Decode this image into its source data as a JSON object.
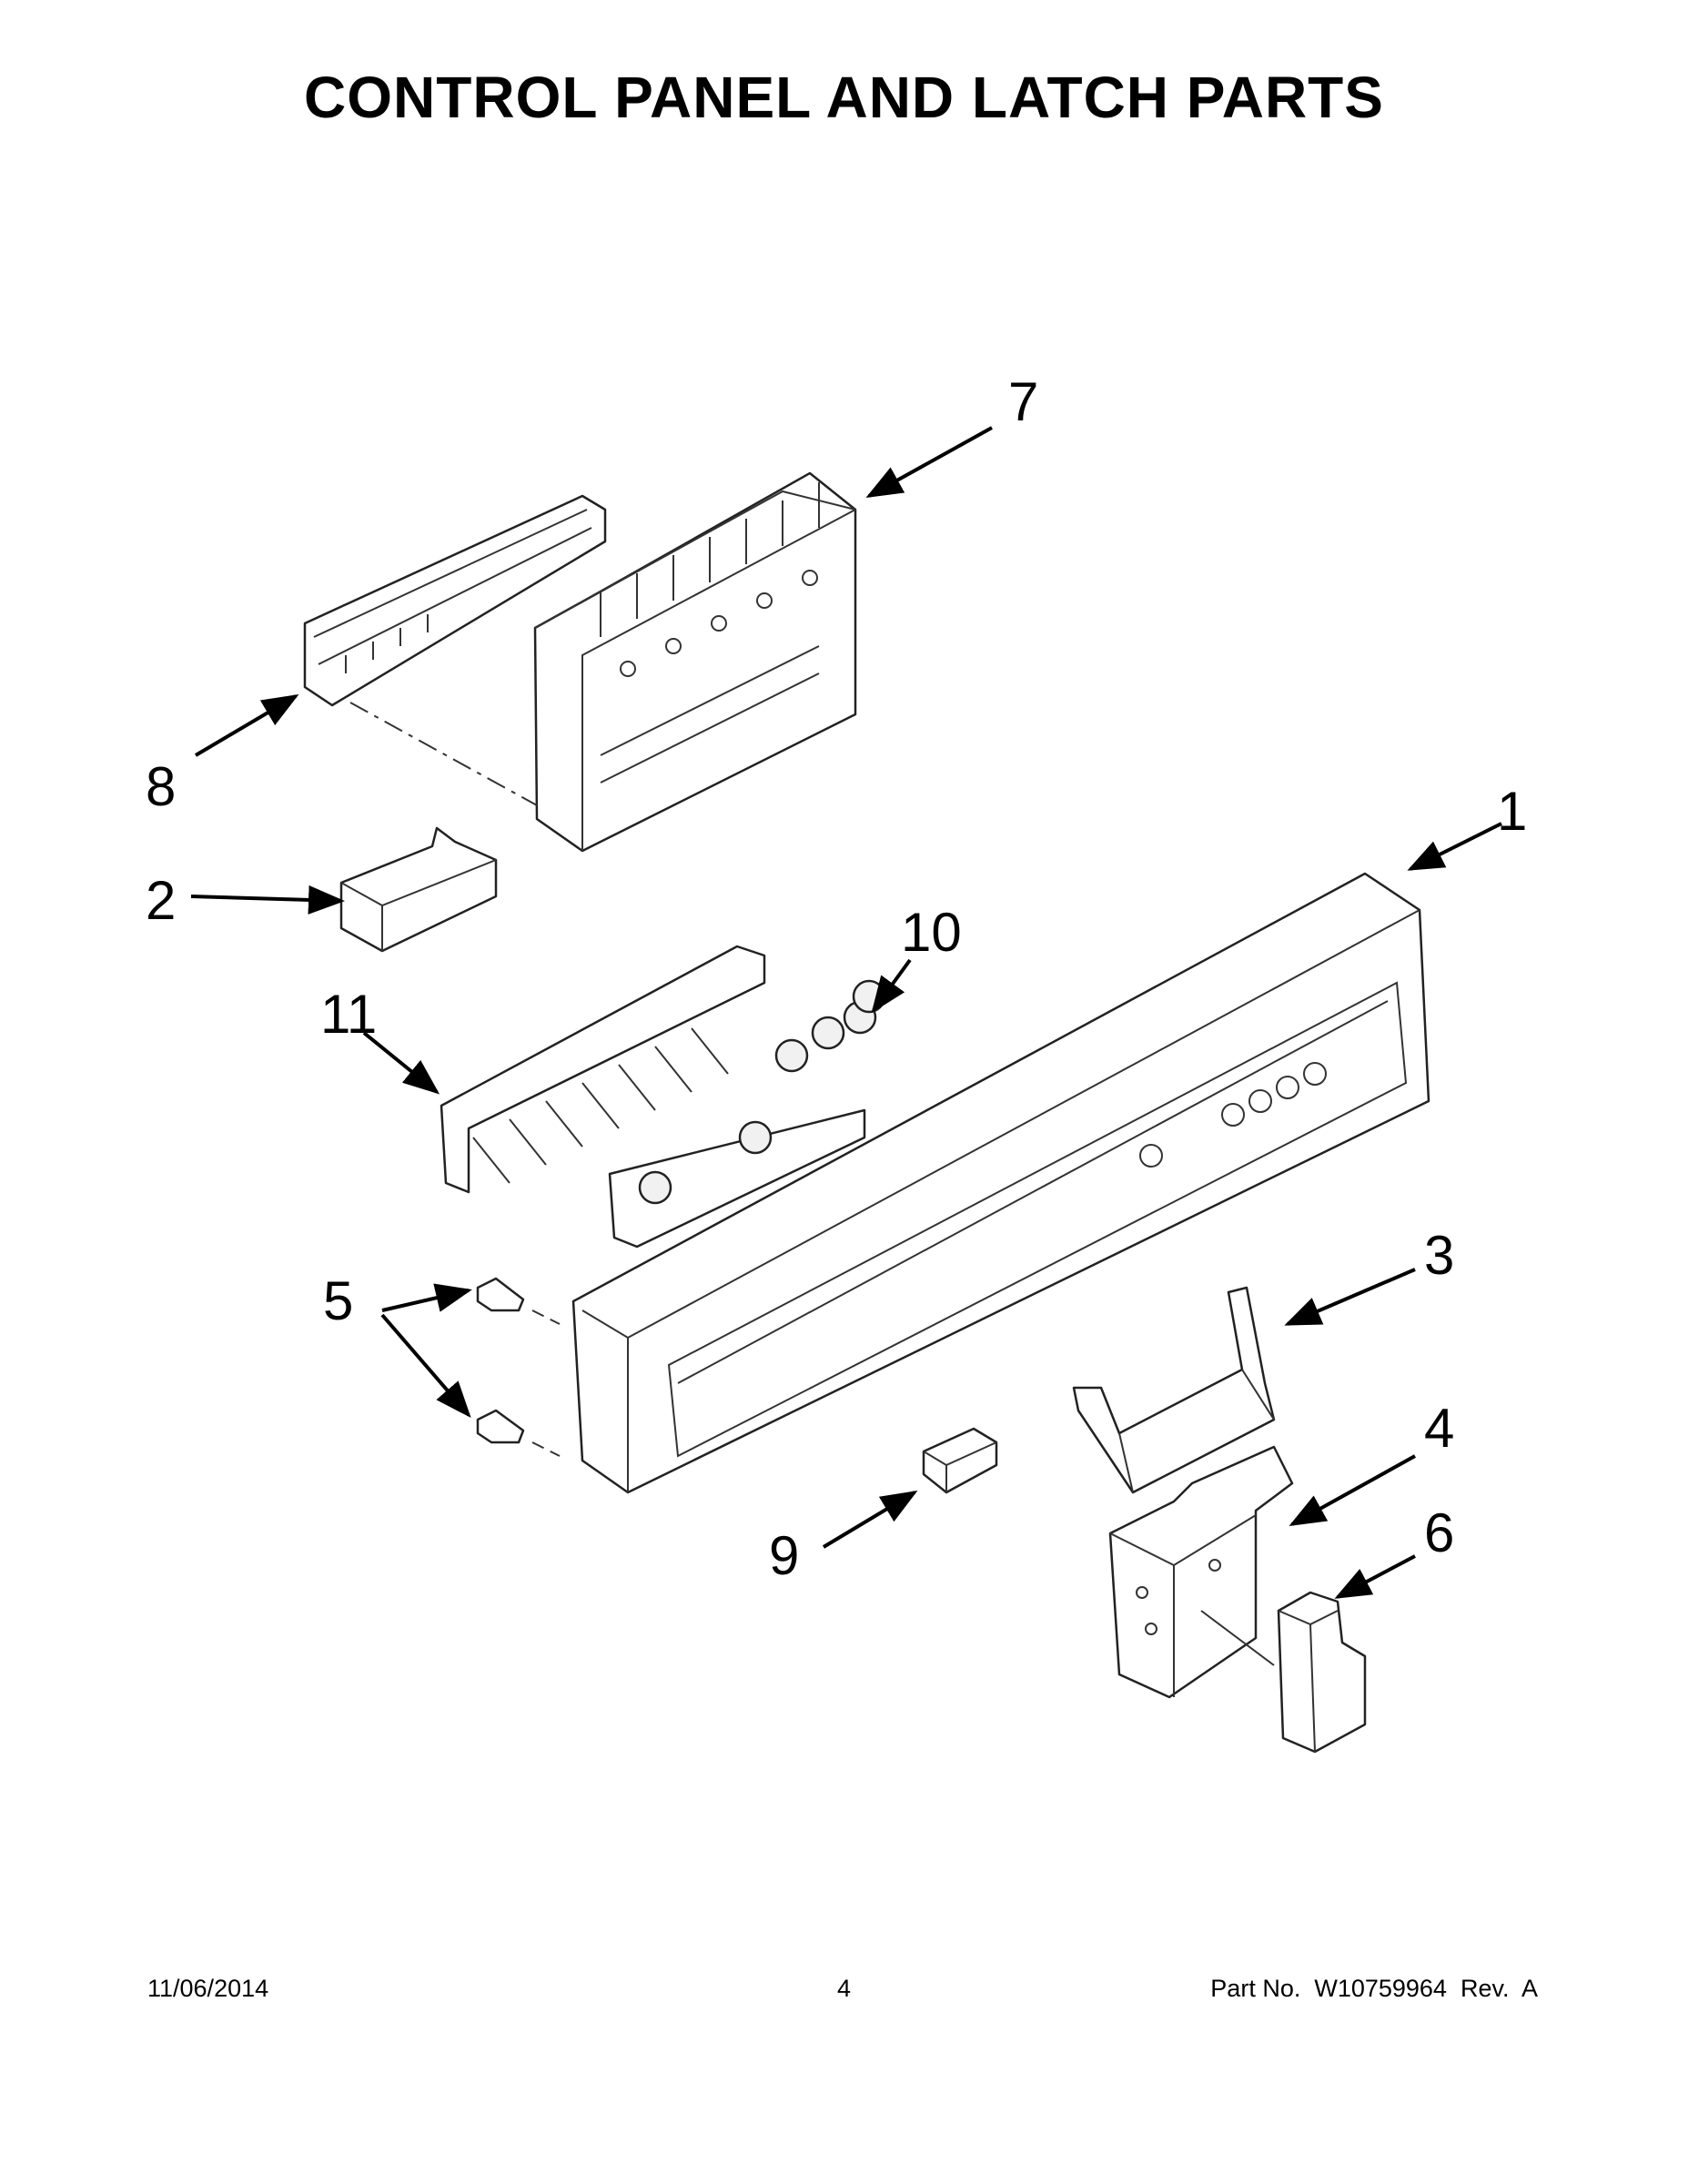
{
  "title": "CONTROL PANEL AND LATCH PARTS",
  "callouts": {
    "c1": "1",
    "c2": "2",
    "c3": "3",
    "c4": "4",
    "c5": "5",
    "c6": "6",
    "c7": "7",
    "c8": "8",
    "c9": "9",
    "c10": "10",
    "c11": "11"
  },
  "footer": {
    "date": "11/06/2014",
    "page": "4",
    "part_no": "Part No.  W10759964  Rev.  A"
  }
}
